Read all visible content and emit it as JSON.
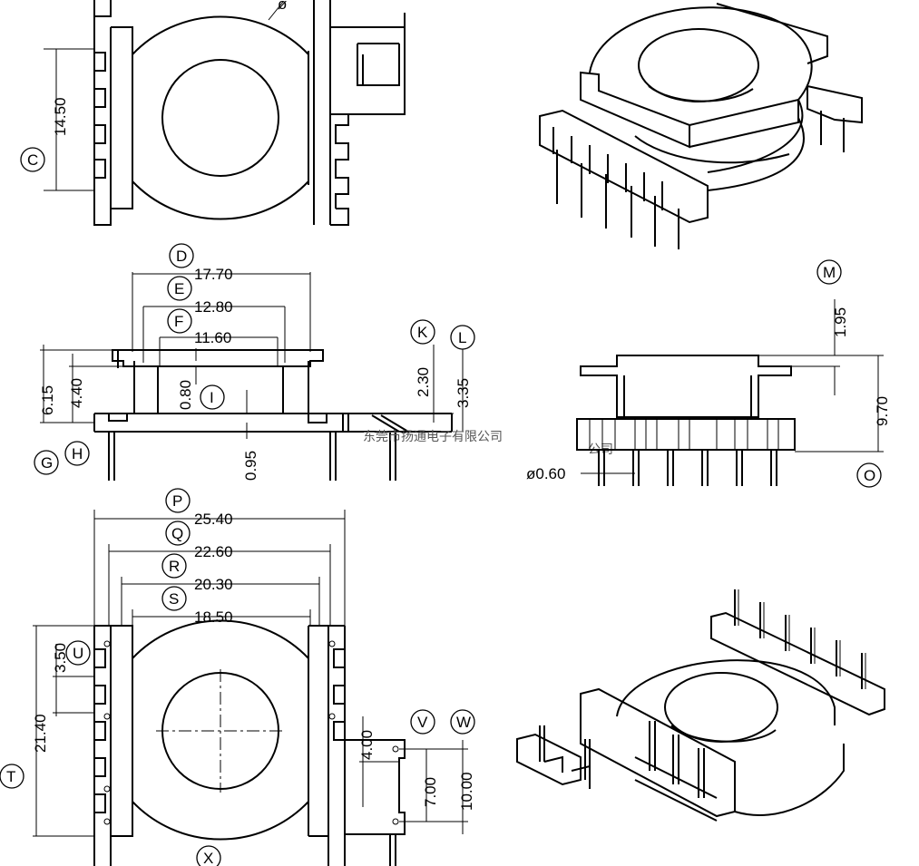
{
  "dimensions": {
    "C": "14.50",
    "D": "17.70",
    "E": "12.80",
    "F": "11.60",
    "G": "6.15",
    "H": "4.40",
    "I0": "0.80",
    "I": "0.95",
    "K": "2.30",
    "L": "3.35",
    "M": "1.95",
    "O": "9.70",
    "pin": "ø0.60",
    "P": "25.40",
    "Q": "22.60",
    "R": "20.30",
    "S": "18.50",
    "U": "3.50",
    "T": "21.40",
    "V": "4.00",
    "W7": "7.00",
    "W": "10.00",
    "topdiam": "ø"
  },
  "tags": {
    "C": "C",
    "D": "D",
    "E": "E",
    "F": "F",
    "G": "G",
    "H": "H",
    "I": "I",
    "K": "K",
    "L": "L",
    "M": "M",
    "O": "O",
    "P": "P",
    "Q": "Q",
    "R": "R",
    "S": "S",
    "T": "T",
    "U": "U",
    "V": "V",
    "W": "W",
    "X": "X"
  },
  "watermark": {
    "text": "东莞市扬通电子有限公司",
    "text2": "公司"
  }
}
